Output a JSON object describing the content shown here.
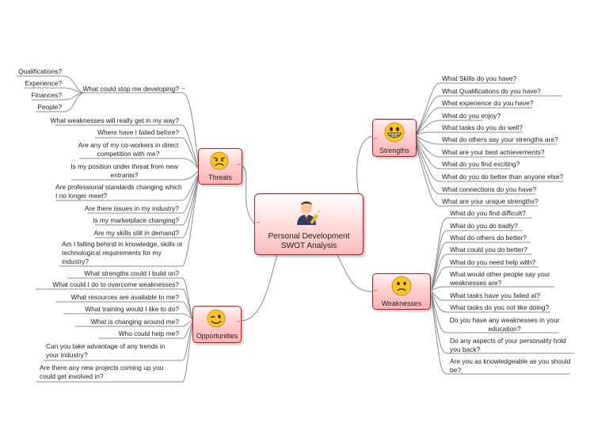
{
  "central": {
    "line1": "Personal Development",
    "line2": "SWOT Analysis"
  },
  "threats": {
    "label": "Threats",
    "face": "worried",
    "stop": {
      "label": "What could stop me developing?",
      "items": [
        "Qualifications?",
        "Experience?",
        "Finances?",
        "People?"
      ]
    },
    "items": [
      "What weaknesses will really get in my way?",
      "Where have I failed before?",
      "Are any of my co-workers in direct competition with me?",
      "Is my position under threat from new entrants?",
      "Are professional standards changing which I no longer meet?",
      "Are there issues in my industry?",
      "Is my marketplace changing?",
      "Are my skills still in demand?",
      "Am I falling behind in knowledge, skills or technological requirements for my industry?"
    ]
  },
  "strengths": {
    "label": "Strengths",
    "face": "grinning",
    "items": [
      "What Skills do you have?",
      "What Qualifications do you have?",
      "What experience do you have?",
      "What do you enjoy?",
      "What tasks do you do well?",
      "What do others say your strengths are?",
      "What are your best achievements?",
      "What do you find exciting?",
      "What do you do better than anyone else?",
      "What connections do you have?",
      "What are your unique strengths?"
    ]
  },
  "opportunities": {
    "label": "Opportunities",
    "face": "winking",
    "items": [
      "What strengths could I build on?",
      "What could I do to overcome weaknesses?",
      "What resources are available to me?",
      "What training would I like to do?",
      "What is changing around me?",
      "Who could help me?",
      "Can you take advantage of any trends in your industry?",
      "Are there any new projects coming up you could get involved in?"
    ]
  },
  "weaknesses": {
    "label": "Weaknesses",
    "face": "sad",
    "items": [
      "What do you find difficult?",
      "What do you do badly?",
      "What do others do better?",
      "What could you do better?",
      "What do you need help with?",
      "What would other people say your weaknesses are?",
      "What tasks have you failed at?",
      "What tasks do you not like doing?",
      "Do you have any weaknesses in your education?",
      "Do any aspects of your personality hold you back?",
      "Are you as knowledgeable as you should be?"
    ]
  },
  "collapse_symbol": "–",
  "colors": {
    "node_border": "#c8191e",
    "line": "#888888",
    "face": "#f7c52a"
  }
}
